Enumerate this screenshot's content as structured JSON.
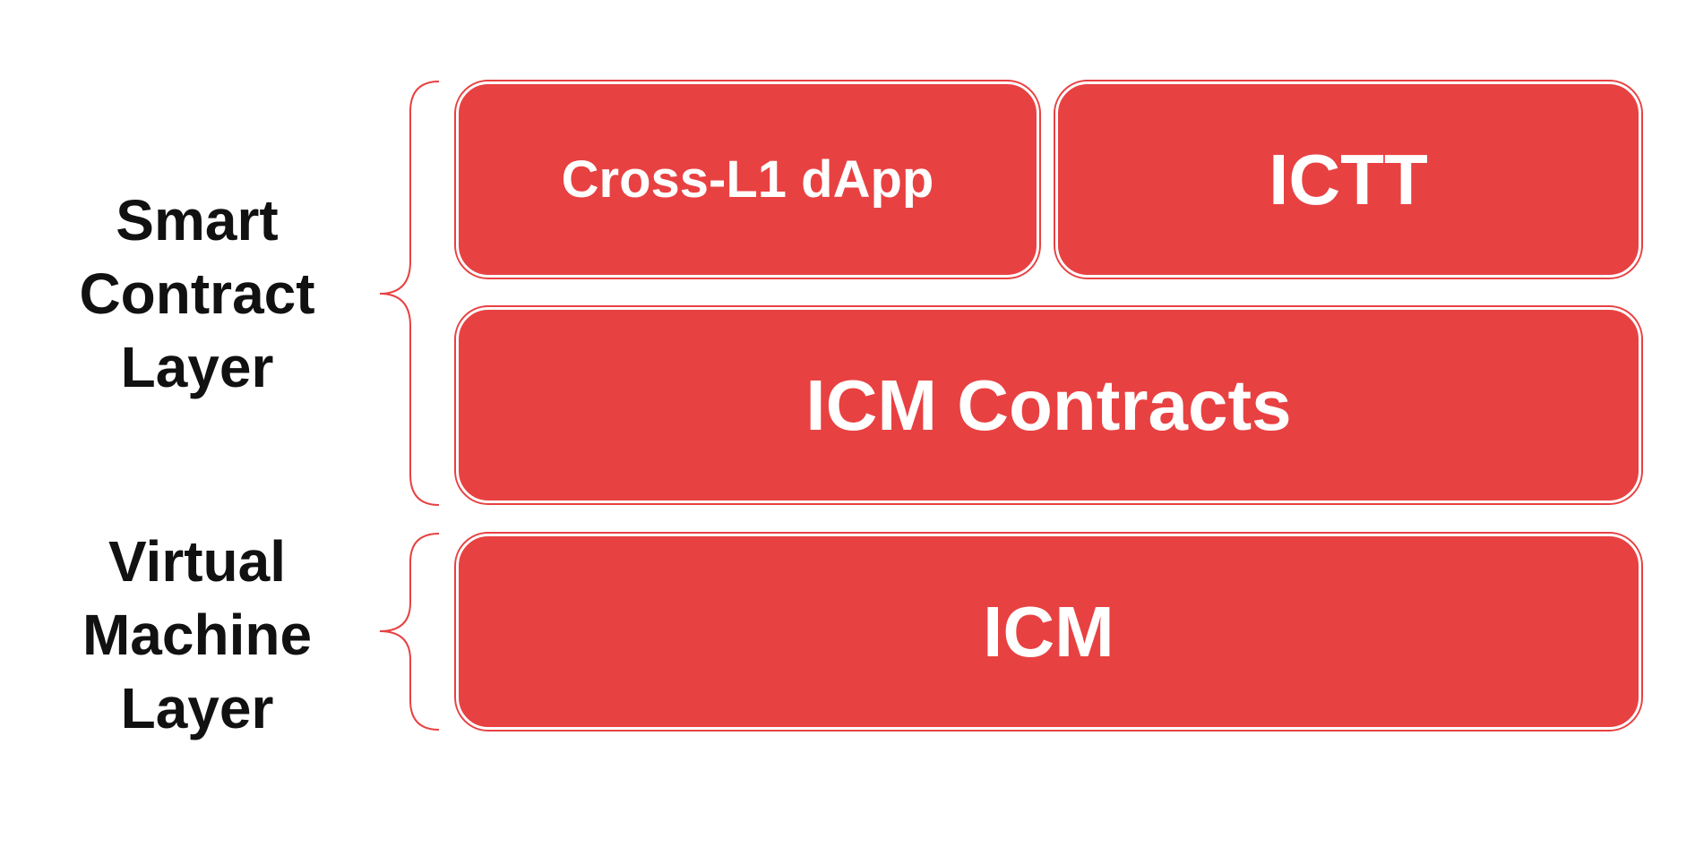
{
  "colors": {
    "block_fill": "#e84142",
    "block_text": "#ffffff",
    "label_text": "#111111",
    "brace": "#e84142"
  },
  "layers": {
    "smart_contract": {
      "label_lines": [
        "Smart",
        "Contract",
        "Layer"
      ]
    },
    "virtual_machine": {
      "label_lines": [
        "Virtual",
        "Machine",
        "Layer"
      ]
    }
  },
  "blocks": {
    "dapp": "Cross-L1 dApp",
    "ictt": "ICTT",
    "icm_contracts": "ICM Contracts",
    "icm": "ICM"
  }
}
